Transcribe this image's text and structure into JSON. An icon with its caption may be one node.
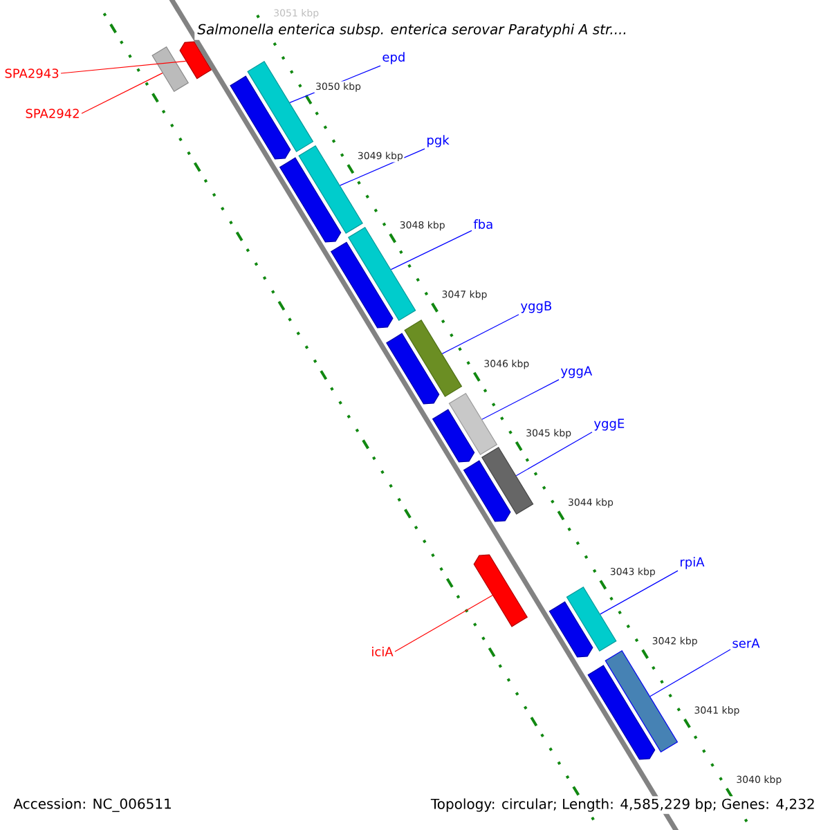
{
  "diagram": {
    "title": "Salmonella enterica subsp. enterica serovar Paratyphi A str....",
    "nodes": [
      {
        "text": [
          "SPA2943"
        ]
      },
      {
        "text": [
          "SPA2942"
        ]
      },
      {
        "text": [
          "epd"
        ]
      },
      {
        "text": [
          "pgk"
        ]
      },
      {
        "text": [
          "fba"
        ]
      },
      {
        "text": [
          "yggB"
        ]
      },
      {
        "text": [
          "yggA"
        ]
      },
      {
        "text": [
          "yggE"
        ]
      },
      {
        "text": [
          "rpiA"
        ]
      },
      {
        "text": [
          "serA"
        ]
      },
      {
        "text": [
          "iciA"
        ]
      },
      {
        "text": [],
        "shape": "bar"
      },
      {
        "text": [],
        "shape": "bar"
      },
      {
        "text": [],
        "shape": "bar"
      },
      {
        "text": [],
        "shape": "bar"
      },
      {
        "text": [],
        "shape": "bar"
      },
      {
        "text": [],
        "shape": "bar"
      },
      {
        "text": [],
        "shape": "bar"
      },
      {
        "text": [],
        "shape": "bar"
      },
      {
        "text": [],
        "shape": "bar"
      },
      {
        "text": [],
        "shape": "bar"
      },
      {
        "text": [],
        "shape": "bar"
      },
      {
        "text": [],
        "shape": "bar"
      },
      {
        "text": [],
        "shape": "bar"
      },
      {
        "text": [],
        "shape": "bar"
      },
      {
        "text": [],
        "shape": "bar"
      },
      {
        "text": [],
        "shape": "bar"
      },
      {
        "text": [],
        "shape": "bar"
      },
      {
        "text": [],
        "shape": "bar"
      },
      {
        "text": [],
        "shape": "bar"
      }
    ],
    "edges": [
      {
        "from": 0,
        "to": 11,
        "arrow": "none",
        "color": "#ff0000"
      },
      {
        "from": 1,
        "to": 12,
        "arrow": "none",
        "color": "#ff0000"
      },
      {
        "from": 2,
        "to": 13,
        "arrow": "none"
      },
      {
        "from": 3,
        "to": 14,
        "arrow": "none"
      },
      {
        "from": 4,
        "to": 15,
        "arrow": "none"
      },
      {
        "from": 5,
        "to": 16,
        "arrow": "none"
      },
      {
        "from": 6,
        "to": 17,
        "arrow": "none"
      },
      {
        "from": 7,
        "to": 18,
        "arrow": "none"
      },
      {
        "from": 8,
        "to": 19,
        "arrow": "none"
      },
      {
        "from": 9,
        "to": 20,
        "arrow": "none"
      },
      {
        "from": 10,
        "to": 21,
        "arrow": "none",
        "color": "#ff0000"
      }
    ],
    "labels": [
      "3051 kbp",
      "3050 kbp",
      "3049 kbp",
      "3048 kbp",
      "3047 kbp",
      "3046 kbp",
      "3045 kbp",
      "3044 kbp",
      "3043 kbp",
      "3042 kbp",
      "3041 kbp",
      "3040 kbp",
      "Accession: NC_006511",
      "Topology: circular; Length: 4,585,229 bp; Genes: 4,232"
    ]
  }
}
